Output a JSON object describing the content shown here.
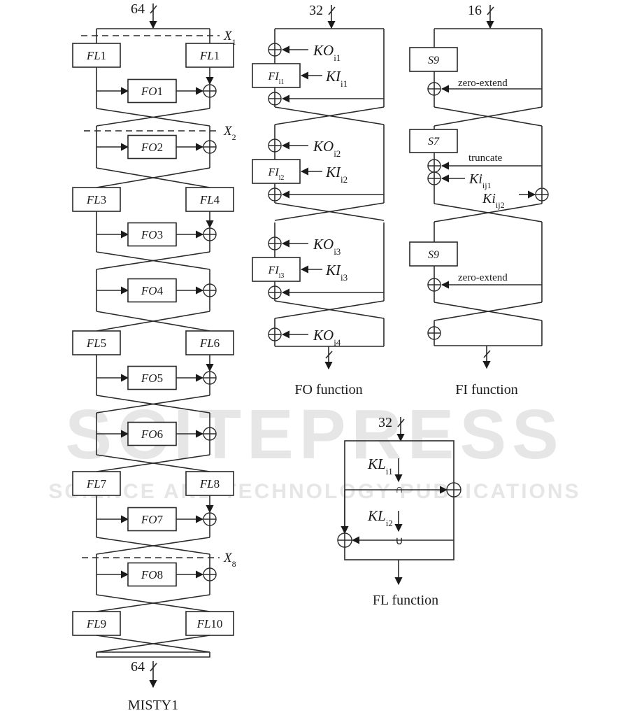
{
  "watermark": {
    "main": "SCITEPRESS",
    "sub": "SCIENCE AND TECHNOLOGY PUBLICATIONS"
  },
  "misty1": {
    "caption": "MISTY1",
    "input_bits": "64",
    "output_bits": "64",
    "markers": [
      "X",
      "1",
      "X",
      "2",
      "X",
      "8"
    ],
    "fl_pairs": [
      [
        "FL",
        "1",
        "FL",
        "1"
      ],
      [
        "FL",
        "3",
        "FL",
        "4"
      ],
      [
        "FL",
        "5",
        "FL",
        "6"
      ],
      [
        "FL",
        "7",
        "FL",
        "8"
      ],
      [
        "FL",
        "9",
        "FL",
        "10"
      ]
    ],
    "fo_rounds": [
      "FO1",
      "FO2",
      "FO3",
      "FO4",
      "FO5",
      "FO6",
      "FO7",
      "FO8"
    ]
  },
  "fo_function": {
    "caption": "FO function",
    "input_bits": "32",
    "rounds": [
      {
        "fi": "FI",
        "fi_sub": "i1",
        "ko": "KO",
        "ko_sub": "i1",
        "ki": "KI",
        "ki_sub": "i1"
      },
      {
        "fi": "FI",
        "fi_sub": "i2",
        "ko": "KO",
        "ko_sub": "i2",
        "ki": "KI",
        "ki_sub": "i2"
      },
      {
        "fi": "FI",
        "fi_sub": "i3",
        "ko": "KO",
        "ko_sub": "i3",
        "ki": "KI",
        "ki_sub": "i3"
      }
    ],
    "final_key": {
      "ko": "KO",
      "ko_sub": "i4"
    }
  },
  "fi_function": {
    "caption": "FI function",
    "input_bits": "16",
    "sboxes": [
      "S9",
      "S7",
      "S9"
    ],
    "zero_extend_label": "zero-extend",
    "truncate_label": "truncate",
    "key1": {
      "k": "Ki",
      "sub": "ij1"
    },
    "key2": {
      "k": "Ki",
      "sub": "ij2"
    }
  },
  "fl_function": {
    "caption": "FL function",
    "input_bits": "32",
    "key1": {
      "k": "KL",
      "sub": "i1"
    },
    "key2": {
      "k": "KL",
      "sub": "i2"
    },
    "and_symbol": "∩",
    "or_symbol": "∪"
  }
}
